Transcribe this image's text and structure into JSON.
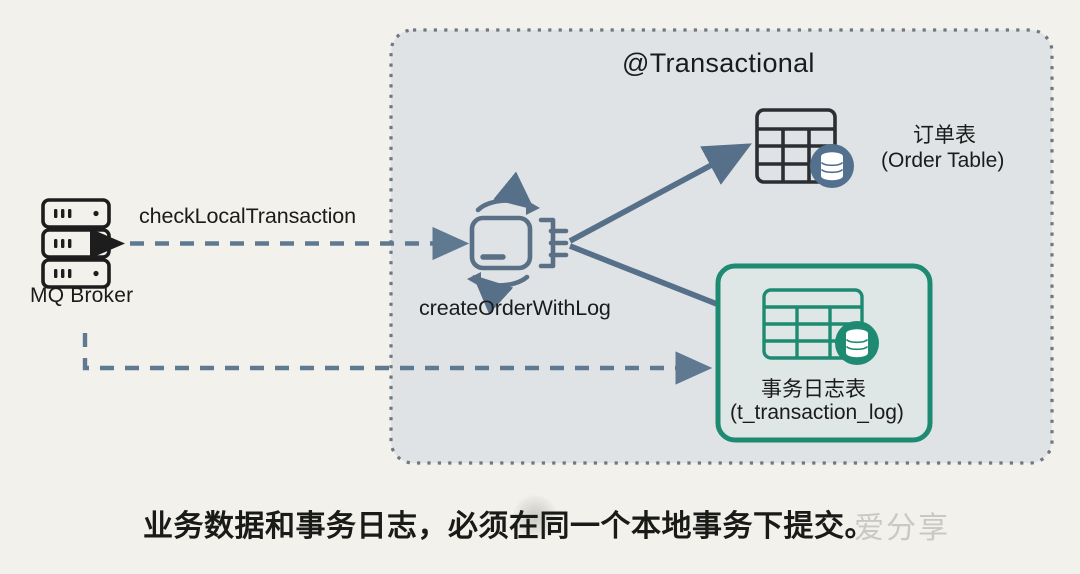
{
  "diagram": {
    "title": "@Transactional",
    "background_color": "#f2f1ec",
    "panel_color": "#dfe3e6",
    "accent_blue": "#5d7displaced",
    "nodes": {
      "mq_broker": {
        "label": "MQ Broker",
        "icon": "server-stack-icon"
      },
      "service": {
        "label": "createOrderWithLog",
        "icon": "transaction-process-icon"
      },
      "order_table": {
        "label_cn": "订单表",
        "label_en": "(Order Table)",
        "icon": "database-table-icon"
      },
      "transaction_log": {
        "label_cn": "事务日志表",
        "label_en": "(t_transaction_log)",
        "icon": "database-table-icon",
        "highlight_color": "#1f8a72"
      }
    },
    "edges": {
      "check_local_transaction": {
        "label": "checkLocalTransaction",
        "style": "dashed",
        "color": "#5f7a90"
      },
      "to_order_table": {
        "label": "",
        "style": "solid",
        "color": "#56708a"
      },
      "to_transaction_log": {
        "label": "",
        "style": "solid",
        "color": "#56708a"
      },
      "broker_to_log": {
        "label": "",
        "style": "dashed",
        "color": "#5f7a90"
      }
    },
    "caption": "业务数据和事务日志，必须在同一个本地事务下提交。",
    "watermark": "爱分享"
  }
}
